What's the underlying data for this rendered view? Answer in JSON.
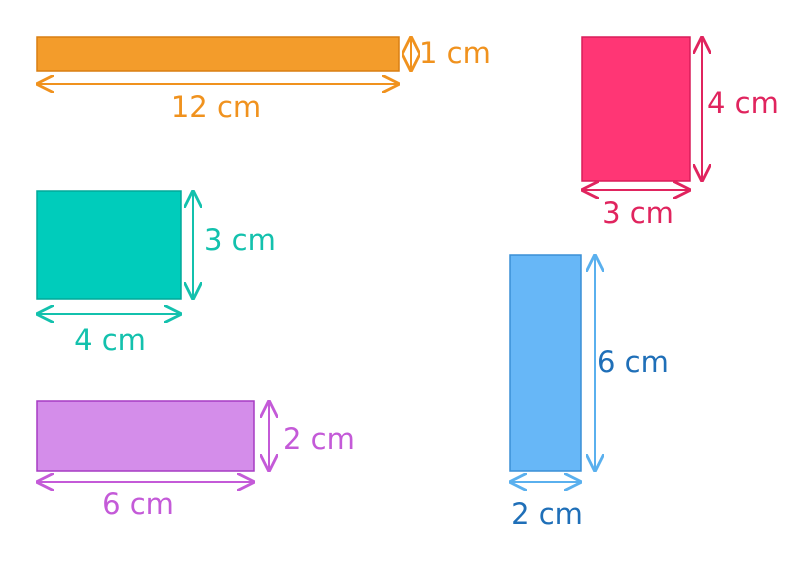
{
  "rectangles": [
    {
      "id": "orange",
      "fill": "#F39C2B",
      "stroke": "#D97F12",
      "label_color": "#F0921E",
      "width_label": "12 cm",
      "height_label": "1 cm"
    },
    {
      "id": "pink",
      "fill": "#FF3675",
      "stroke": "#D81D5A",
      "label_color": "#E0245E",
      "width_label": "3 cm",
      "height_label": "4 cm"
    },
    {
      "id": "teal",
      "fill": "#00CCBB",
      "stroke": "#00A99A",
      "label_color": "#13C1AD",
      "width_label": "4 cm",
      "height_label": "3 cm"
    },
    {
      "id": "blue",
      "fill": "#67B7F7",
      "stroke": "#3A8FD6",
      "label_color": "#1F6FB8",
      "arrow_color": "#5AB0EE",
      "width_label": "2 cm",
      "height_label": "6 cm"
    },
    {
      "id": "purple",
      "fill": "#D48DEA",
      "stroke": "#A63BC3",
      "label_color": "#C45AD8",
      "width_label": "6 cm",
      "height_label": "2 cm"
    }
  ]
}
